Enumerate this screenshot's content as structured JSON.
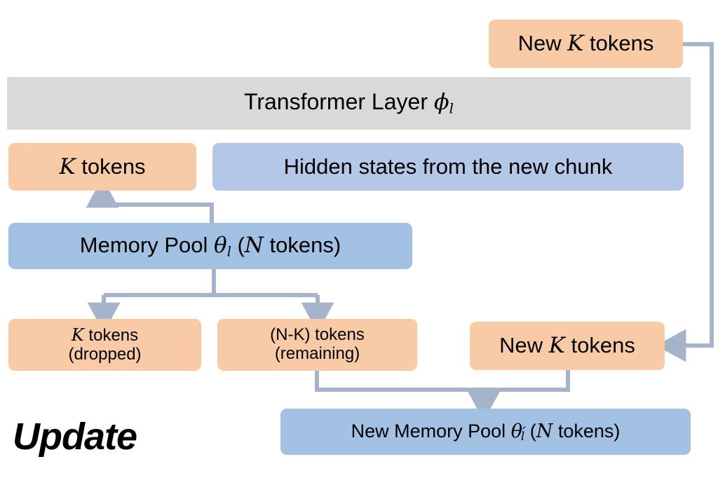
{
  "diagram": {
    "caption": "Update",
    "colors": {
      "orange": "#F8CBA6",
      "blue": "#B4C7E7",
      "blue_deep": "#A3C2E3",
      "gray": "#D9D9D9",
      "arrow": "#A6B4CB"
    },
    "nodes": {
      "new_k_tokens_top": {
        "prefix": "New ",
        "symbol": "K",
        "suffix": " tokens"
      },
      "transformer_layer": {
        "prefix": "Transformer Layer ",
        "symbol": "ϕ",
        "subscript": "l"
      },
      "k_tokens": {
        "symbol": "K",
        "suffix": " tokens"
      },
      "hidden_states": {
        "label": "Hidden states from the new chunk"
      },
      "memory_pool": {
        "prefix": "Memory Pool ",
        "symbol": "θ",
        "subscript": "l",
        "middle": " (",
        "count": "N",
        "suffix": " tokens)"
      },
      "k_tokens_dropped": {
        "symbol": "K",
        "suffix": " tokens",
        "line2": "(dropped)"
      },
      "nk_tokens_remaining": {
        "line1": "(N-K) tokens",
        "line2": "(remaining)"
      },
      "new_k_tokens_bottom": {
        "prefix": "New ",
        "symbol": "K",
        "suffix": " tokens"
      },
      "new_memory_pool": {
        "prefix": "New Memory Pool ",
        "symbol": "θ",
        "prime": "′",
        "subscript": "l",
        "middle": " (",
        "count": "N",
        "suffix": " tokens)"
      }
    }
  }
}
